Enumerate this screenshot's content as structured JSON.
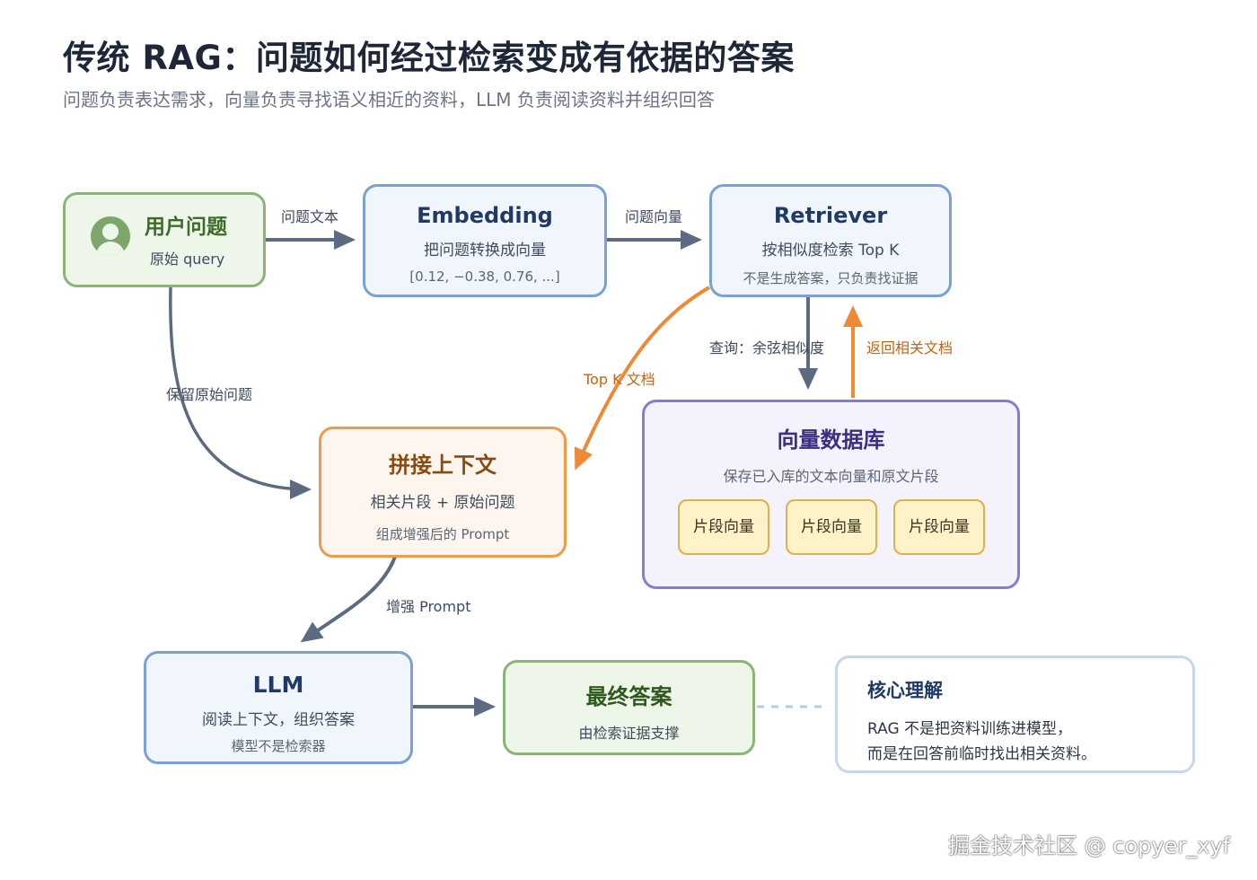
{
  "header": {
    "title": "传统 RAG：问题如何经过检索变成有依据的答案",
    "subtitle": "问题负责表达需求，向量负责寻找语义相近的资料，LLM 负责阅读资料并组织回答"
  },
  "nodes": {
    "user": {
      "title": "用户问题",
      "sub": "原始 query"
    },
    "embedding": {
      "title": "Embedding",
      "line1": "把问题转换成向量",
      "line2": "[0.12, −0.38, 0.76, ...]"
    },
    "retriever": {
      "title": "Retriever",
      "line1": "按相似度检索 Top K",
      "line2": "不是生成答案，只负责找证据"
    },
    "concat": {
      "title": "拼接上下文",
      "line1": "相关片段 + 原始问题",
      "line2": "组成增强后的 Prompt"
    },
    "vectordb": {
      "title": "向量数据库",
      "sub": "保存已入库的文本向量和原文片段",
      "chips": [
        "片段向量",
        "片段向量",
        "片段向量"
      ]
    },
    "llm": {
      "title": "LLM",
      "line1": "阅读上下文，组织答案",
      "line2": "模型不是检索器"
    },
    "answer": {
      "title": "最终答案",
      "sub": "由检索证据支撑"
    },
    "core": {
      "title": "核心理解",
      "line1": "RAG 不是把资料训练进模型，",
      "line2": "而是在回答前临时找出相关资料。"
    }
  },
  "edges": {
    "user_to_embed": "问题文本",
    "embed_to_retr": "问题向量",
    "retr_to_db": "查询：余弦相似度",
    "db_to_retr": "返回相关文档",
    "retr_to_concat": "Top K 文档",
    "user_to_concat": "保留原始问题",
    "concat_to_llm": "增强 Prompt"
  },
  "colors": {
    "edge_gray": "#5d6b82",
    "edge_orange": "#ee8a35",
    "green_border": "#8bb577",
    "blue_border": "#7aa0d6",
    "orange_border": "#ee9a4a",
    "purple_border": "#8a7ad0",
    "chip_border": "#dcb24a"
  },
  "watermark": "掘金技术社区 @ copyer_xyf"
}
